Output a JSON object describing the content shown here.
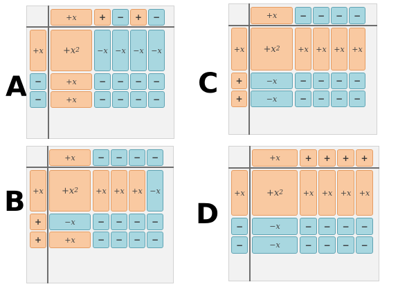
{
  "labels": {
    "a": "A",
    "b": "B",
    "c": "C",
    "d": "D"
  },
  "text": {
    "pos_x": "+x",
    "neg_x": "−x",
    "plus": "+",
    "minus": "−",
    "x_sq": "+x",
    "sq_exp": "2"
  },
  "colors": {
    "positive_fill": "#f9c9a1",
    "negative_fill": "#a8d7e0",
    "panel_bg": "#f2f2f2",
    "axis": "#6d6d6d"
  }
}
